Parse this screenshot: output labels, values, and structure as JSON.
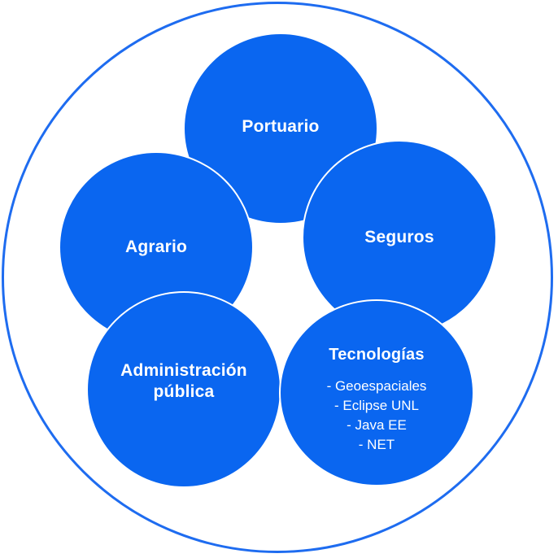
{
  "diagram": {
    "outer_ring_color": "#1e6cf0",
    "bubble_color": "#0a66f0",
    "text_color": "#ffffff",
    "bubbles": {
      "portuario": {
        "title": "Portuario"
      },
      "agrario": {
        "title": "Agrario"
      },
      "seguros": {
        "title": "Seguros"
      },
      "administracion": {
        "title": "Administración pública"
      },
      "tecnologias": {
        "title": "Tecnologías",
        "items": [
          "-  Geoespaciales",
          "-  Eclipse UNL",
          "-  Java EE",
          "-  NET"
        ]
      }
    }
  }
}
